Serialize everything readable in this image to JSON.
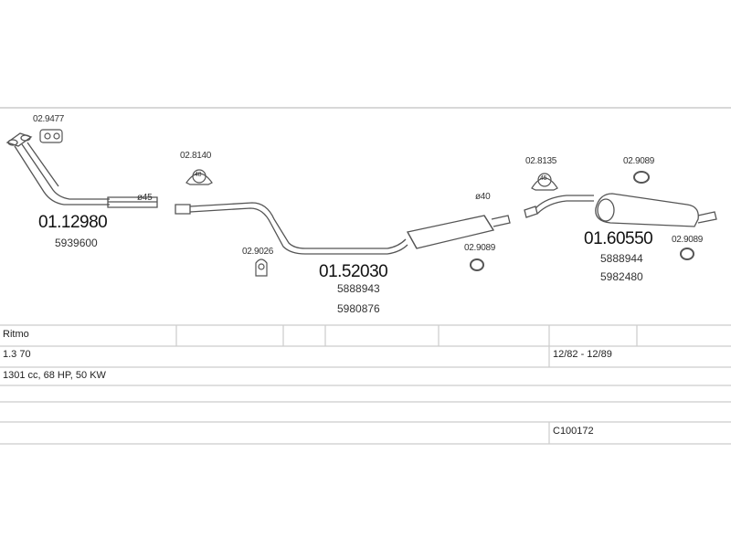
{
  "parts": {
    "front_pipe": {
      "number": "01.12980",
      "oem": "5939600",
      "clamp": "02.9477",
      "diameter": "ø45"
    },
    "middle_silencer": {
      "number": "01.52030",
      "oem": [
        "5888943",
        "5980876"
      ],
      "hanger": "02.9026",
      "ring": "02.9089",
      "diameter": "ø40",
      "clamp": "02.8140",
      "clamp_size": "48"
    },
    "rear_silencer": {
      "number": "01.60550",
      "oem": [
        "5888944",
        "5982480"
      ],
      "ring_top": "02.9089",
      "ring_right": "02.9089",
      "clamp": "02.8135",
      "clamp_size": "45"
    }
  },
  "table": {
    "model": "Ritmo",
    "engine": "1.3 70",
    "years": "12/82 - 12/89",
    "spec": "1301 cc, 68 HP, 50 KW",
    "catalog": "C100172"
  },
  "colors": {
    "line": "#555555",
    "rule": "#cccccc"
  }
}
